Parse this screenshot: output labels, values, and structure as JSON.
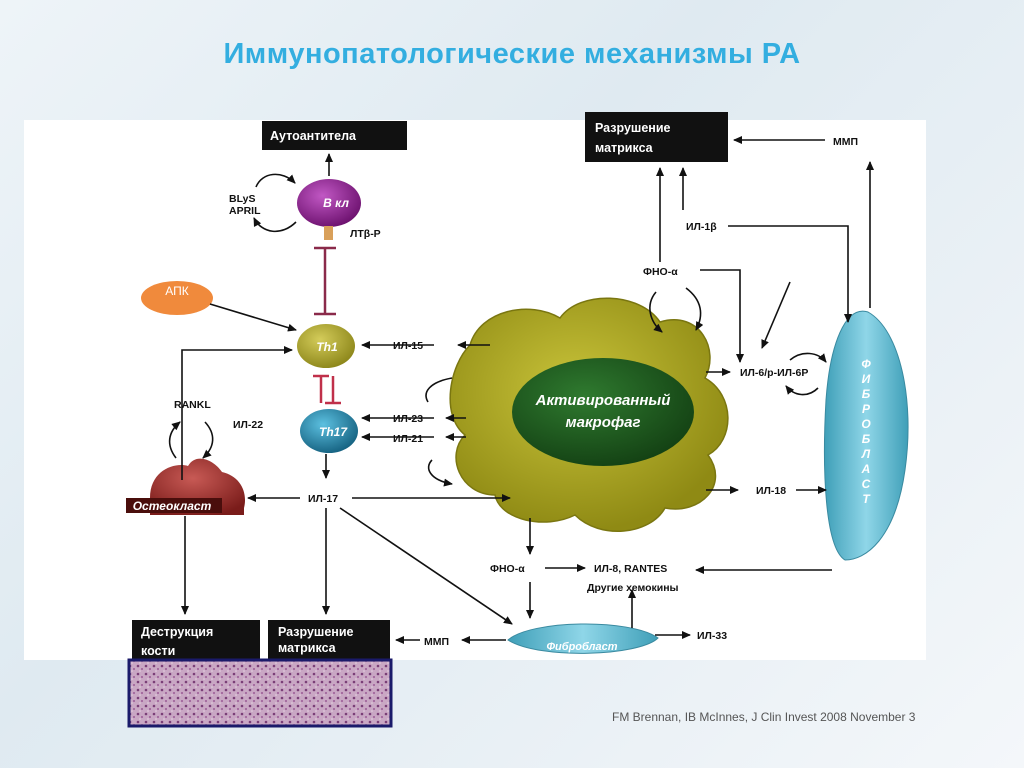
{
  "title": "Иммунопатологические механизмы РА",
  "citation": "FM Brennan, IB McInnes, J Clin Invest 2008 November 3",
  "boxes": {
    "autoantibodies": "Аутоантитела",
    "matrix_top_1": "Разрушение",
    "matrix_top_2": "матрикса",
    "bone_1": "Деструкция",
    "bone_2": "кости",
    "matrix_bottom_1": "Разрушение",
    "matrix_bottom_2": "матрикса"
  },
  "cells": {
    "b_cell": "В кл",
    "apc_1": "АПК",
    "apc_2": "",
    "th1": "Th1",
    "th17": "Th17",
    "osteoclast": "Остеокласт",
    "macrophage_1": "Активированный",
    "macrophage_2": "макрофаг",
    "fibroblast_bottom": "Фибробласт",
    "fibroblast_vertical": [
      "Ф",
      "И",
      "Б",
      "Р",
      "О",
      "Б",
      "Л",
      "А",
      "С",
      "Т"
    ]
  },
  "labels": {
    "blys": "BLyS",
    "april": "APRIL",
    "ltbr": "ЛТβ-Р",
    "rankl": "RANKL",
    "il22": "ИЛ-22",
    "il15": "ИЛ-15",
    "il23": "ИЛ-23",
    "il21": "ИЛ-21",
    "il17": "ИЛ-17",
    "tnf_top": "ФНО-α",
    "il1b": "ИЛ-1β",
    "mmp_top": "ММП",
    "il6": "ИЛ-6/р-ИЛ-6Р",
    "il18": "ИЛ-18",
    "tnf_bottom": "ФНО-α",
    "il8": "ИЛ-8, RANTES",
    "chemokines": "Другие хемокины",
    "mmp_bottom": "ММП",
    "il33": "ИЛ-33"
  },
  "colors": {
    "title": "#33aee0",
    "macrophage": "#a9a51e",
    "macrophage_nucleus": "#1e5a1e",
    "b_cell": "#8a1e8c",
    "t_cell": "#a8a02a",
    "th17": "#1f7fa0",
    "osteoclast": "#9a2d2a",
    "fibroblast": "#5fb8cf",
    "apc": "#f08a3c",
    "inhibit": "#8a2a4a"
  }
}
